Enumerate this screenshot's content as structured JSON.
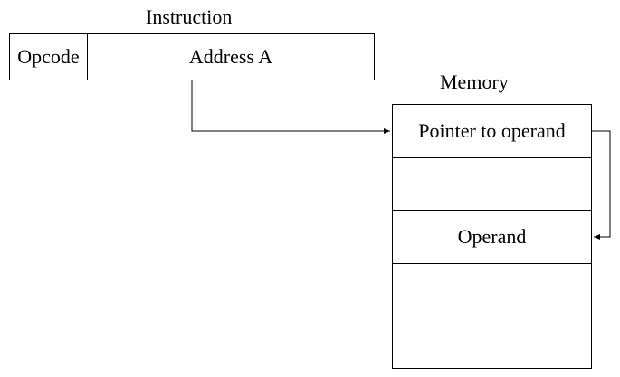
{
  "instruction": {
    "title": "Instruction",
    "opcode": "Opcode",
    "address": "Address A"
  },
  "memory": {
    "title": "Memory",
    "cells": [
      "Pointer to operand",
      "",
      "Operand",
      "",
      ""
    ]
  }
}
